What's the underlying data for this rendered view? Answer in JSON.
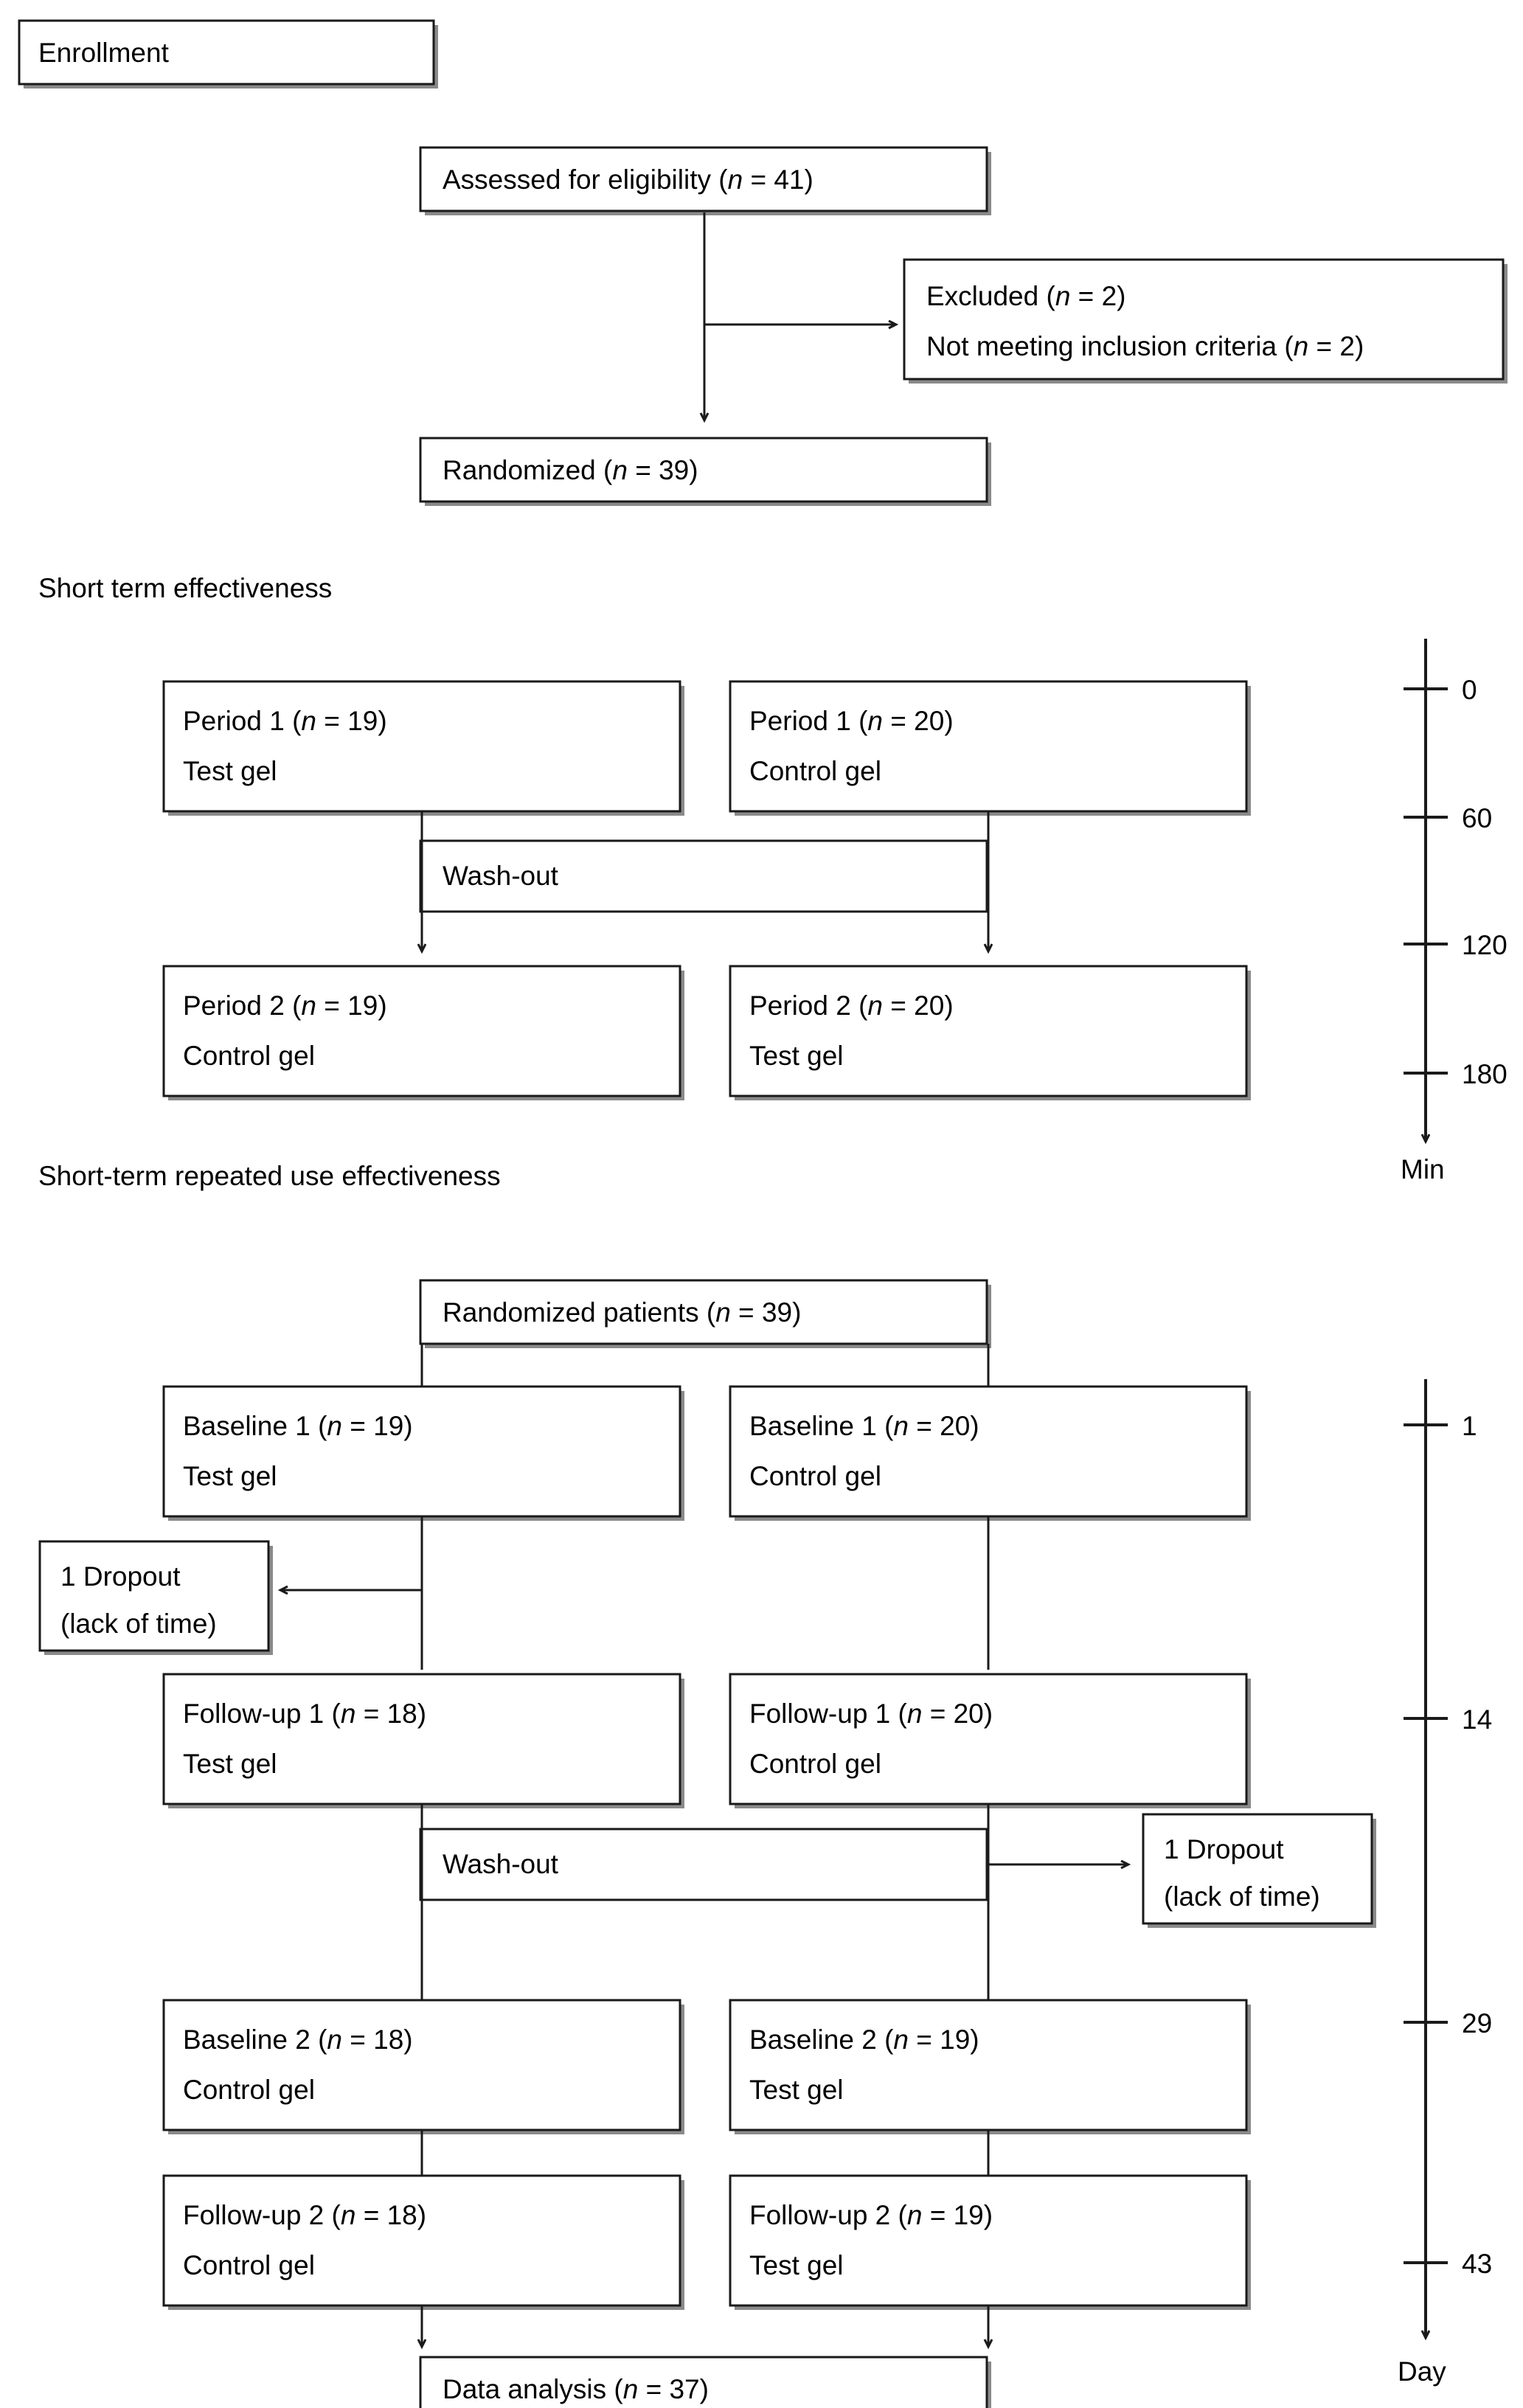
{
  "figure": {
    "type": "consort-flow-diagram",
    "title_boxes": {
      "enrollment": "Enrollment"
    },
    "section_titles": [
      "Short term effectiveness",
      "Short-term repeated use effectiveness"
    ]
  },
  "enrollment": {
    "header_label": "Enrollment",
    "assessed": {
      "prefix": "Assessed for eligibility (",
      "n_italic": "n",
      "eq": " = ",
      "value": "41",
      "suffix": ")"
    },
    "excluded_line1": {
      "prefix": "Excluded (",
      "n_italic": "n",
      "eq": " = ",
      "value": "2",
      "suffix": ")"
    },
    "excluded_line2": {
      "prefix": "Not meeting inclusion criteria (",
      "n_italic": "n",
      "eq": " = ",
      "value": "2",
      "suffix": ")"
    },
    "randomized": {
      "prefix": "Randomized (",
      "n_italic": "n",
      "eq": " = ",
      "value": "39",
      "suffix": ")"
    }
  },
  "short_term": {
    "title": "Short term effectiveness",
    "period1_left": {
      "prefix": "Period 1 (",
      "n_italic": "n",
      "eq": " = ",
      "value": "19",
      "suffix": ")",
      "arm": "Test gel"
    },
    "period1_right": {
      "prefix": "Period 1 (",
      "n_italic": "n",
      "eq": " = ",
      "value": "20",
      "suffix": ")",
      "arm": "Control gel"
    },
    "washout": "Wash-out",
    "period2_left": {
      "prefix": "Period 2 (",
      "n_italic": "n",
      "eq": " = ",
      "value": "19",
      "suffix": ")",
      "arm": "Control gel"
    },
    "period2_right": {
      "prefix": "Period 2 (",
      "n_italic": "n",
      "eq": " = ",
      "value": "20",
      "suffix": ")",
      "arm": "Test gel"
    },
    "timeline": {
      "unit": "Min",
      "ticks": [
        "0",
        "60",
        "120",
        "180"
      ],
      "tick_values": [
        0,
        60,
        120,
        180
      ]
    }
  },
  "repeated_use": {
    "title": "Short-term repeated use effectiveness",
    "randomized_patients": {
      "prefix": "Randomized patients (",
      "n_italic": "n",
      "eq": " = ",
      "value": "39",
      "suffix": ")"
    },
    "baseline1_left": {
      "prefix": "Baseline 1 (",
      "n_italic": "n",
      "eq": " = ",
      "value": "19",
      "suffix": ")",
      "arm": "Test gel"
    },
    "baseline1_right": {
      "prefix": "Baseline 1 (",
      "n_italic": "n",
      "eq": " = ",
      "value": "20",
      "suffix": ")",
      "arm": "Control gel"
    },
    "dropout_left": {
      "line1": "1 Dropout",
      "line2": "(lack of time)"
    },
    "followup1_left": {
      "prefix": "Follow-up 1 (",
      "n_italic": "n",
      "eq": " = ",
      "value": "18",
      "suffix": ")",
      "arm": "Test gel"
    },
    "followup1_right": {
      "prefix": "Follow-up 1 (",
      "n_italic": "n",
      "eq": " = ",
      "value": "20",
      "suffix": ")",
      "arm": "Control gel"
    },
    "washout": "Wash-out",
    "dropout_right": {
      "line1": "1 Dropout",
      "line2": "(lack of time)"
    },
    "baseline2_left": {
      "prefix": "Baseline 2 (",
      "n_italic": "n",
      "eq": " = ",
      "value": "18",
      "suffix": ")",
      "arm": "Control gel"
    },
    "baseline2_right": {
      "prefix": "Baseline 2 (",
      "n_italic": "n",
      "eq": " = ",
      "value": "19",
      "suffix": ")",
      "arm": "Test gel"
    },
    "followup2_left": {
      "prefix": "Follow-up 2 (",
      "n_italic": "n",
      "eq": " = ",
      "value": "18",
      "suffix": ")",
      "arm": "Control gel"
    },
    "followup2_right": {
      "prefix": "Follow-up 2 (",
      "n_italic": "n",
      "eq": " = ",
      "value": "19",
      "suffix": ")",
      "arm": "Test gel"
    },
    "data_analysis": {
      "prefix": "Data analysis (",
      "n_italic": "n",
      "eq": " = ",
      "value": "37",
      "suffix": ")"
    },
    "timeline": {
      "unit": "Day",
      "ticks": [
        "1",
        "14",
        "29",
        "43"
      ],
      "tick_values": [
        1,
        14,
        29,
        43
      ]
    }
  },
  "colors": {
    "stroke": "#1a1a1a",
    "shadow": "#8a8a8a",
    "background": "#ffffff",
    "text": "#000000"
  }
}
